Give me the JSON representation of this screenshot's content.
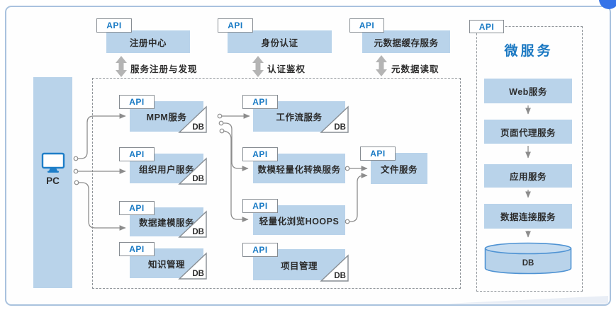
{
  "labels": {
    "api": "API",
    "db": "DB",
    "pc": "PC"
  },
  "colors": {
    "service_box": "#b9d3ea",
    "api_text": "#1779c4",
    "panel_title": "#1a78c2",
    "connector": "#8c8c8c",
    "thick_arrow": "#b4b4b4",
    "frame_border": "#a9c2de",
    "corner_dot": "#3573e8",
    "db_cylinder_stroke": "#4f93d3"
  },
  "top_services": [
    {
      "name": "注册中心",
      "flow_label": "服务注册与发现"
    },
    {
      "name": "身份认证",
      "flow_label": "认证鉴权"
    },
    {
      "name": "元数据缓存服务",
      "flow_label": "元数据读取"
    }
  ],
  "platform": {
    "services": [
      {
        "name": "MPM服务",
        "has_db": true
      },
      {
        "name": "组织用户服务",
        "has_db": true
      },
      {
        "name": "数据建模服务",
        "has_db": true
      },
      {
        "name": "知识管理",
        "has_db": true
      },
      {
        "name": "工作流服务",
        "has_db": true
      },
      {
        "name": "数模轻量化转换服务",
        "has_db": false
      },
      {
        "name": "轻量化浏览HOOPS",
        "has_db": false
      },
      {
        "name": "项目管理",
        "has_db": true
      },
      {
        "name": "文件服务",
        "has_db": false
      }
    ]
  },
  "microservices": {
    "title": "微服务",
    "services": [
      {
        "name": "Web服务"
      },
      {
        "name": "页面代理服务"
      },
      {
        "name": "应用服务"
      },
      {
        "name": "数据连接服务"
      }
    ],
    "database": "DB"
  }
}
